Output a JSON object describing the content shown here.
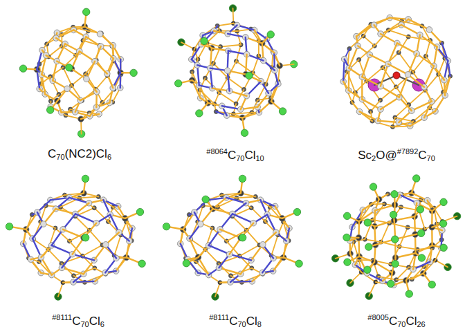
{
  "diagram": {
    "labels": [
      "C70(NC2)Cl6",
      "#8064C70Cl10",
      "Sc2O@#7892C70",
      "#8111C70Cl6",
      "#8111C70Cl8",
      "#8005C70Cl26"
    ]
  }
}
